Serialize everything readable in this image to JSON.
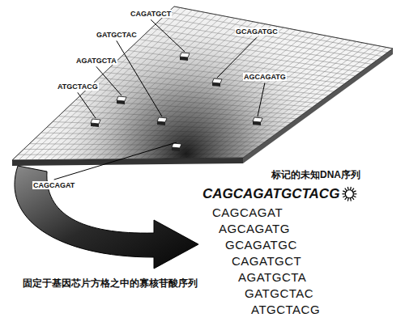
{
  "diagram": {
    "labels": [
      "CAGATGCT",
      "GCAGATGC",
      "GATGCTAC",
      "AGATGCTA",
      "AGCAGATG",
      "ATGCTACG",
      "CAGCAGAT",
      "标记的未知DNA序列",
      "CAGCAGATGCTACG",
      "CAGCAGAT",
      "AGCAGATG",
      "GCAGATGC",
      "CAGATGCT",
      "AGATGCTA",
      "GATGCTAC",
      "ATGCTACG",
      "固定于基因芯片方格之中的寡核苷酸序列"
    ]
  }
}
